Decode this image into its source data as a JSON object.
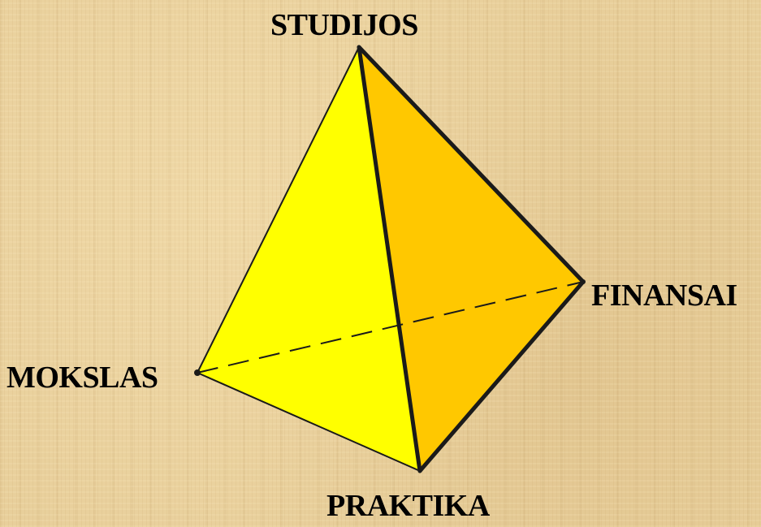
{
  "vertices": {
    "top": "STUDIJOS",
    "right": "FINANSAI",
    "left": "MOKSLAS",
    "bottom": "PRAKTIKA"
  },
  "colors": {
    "left_face": "#ffff00",
    "right_face": "#ffc800",
    "edge": "#1a1a1a",
    "background": "#e8cf9b"
  }
}
